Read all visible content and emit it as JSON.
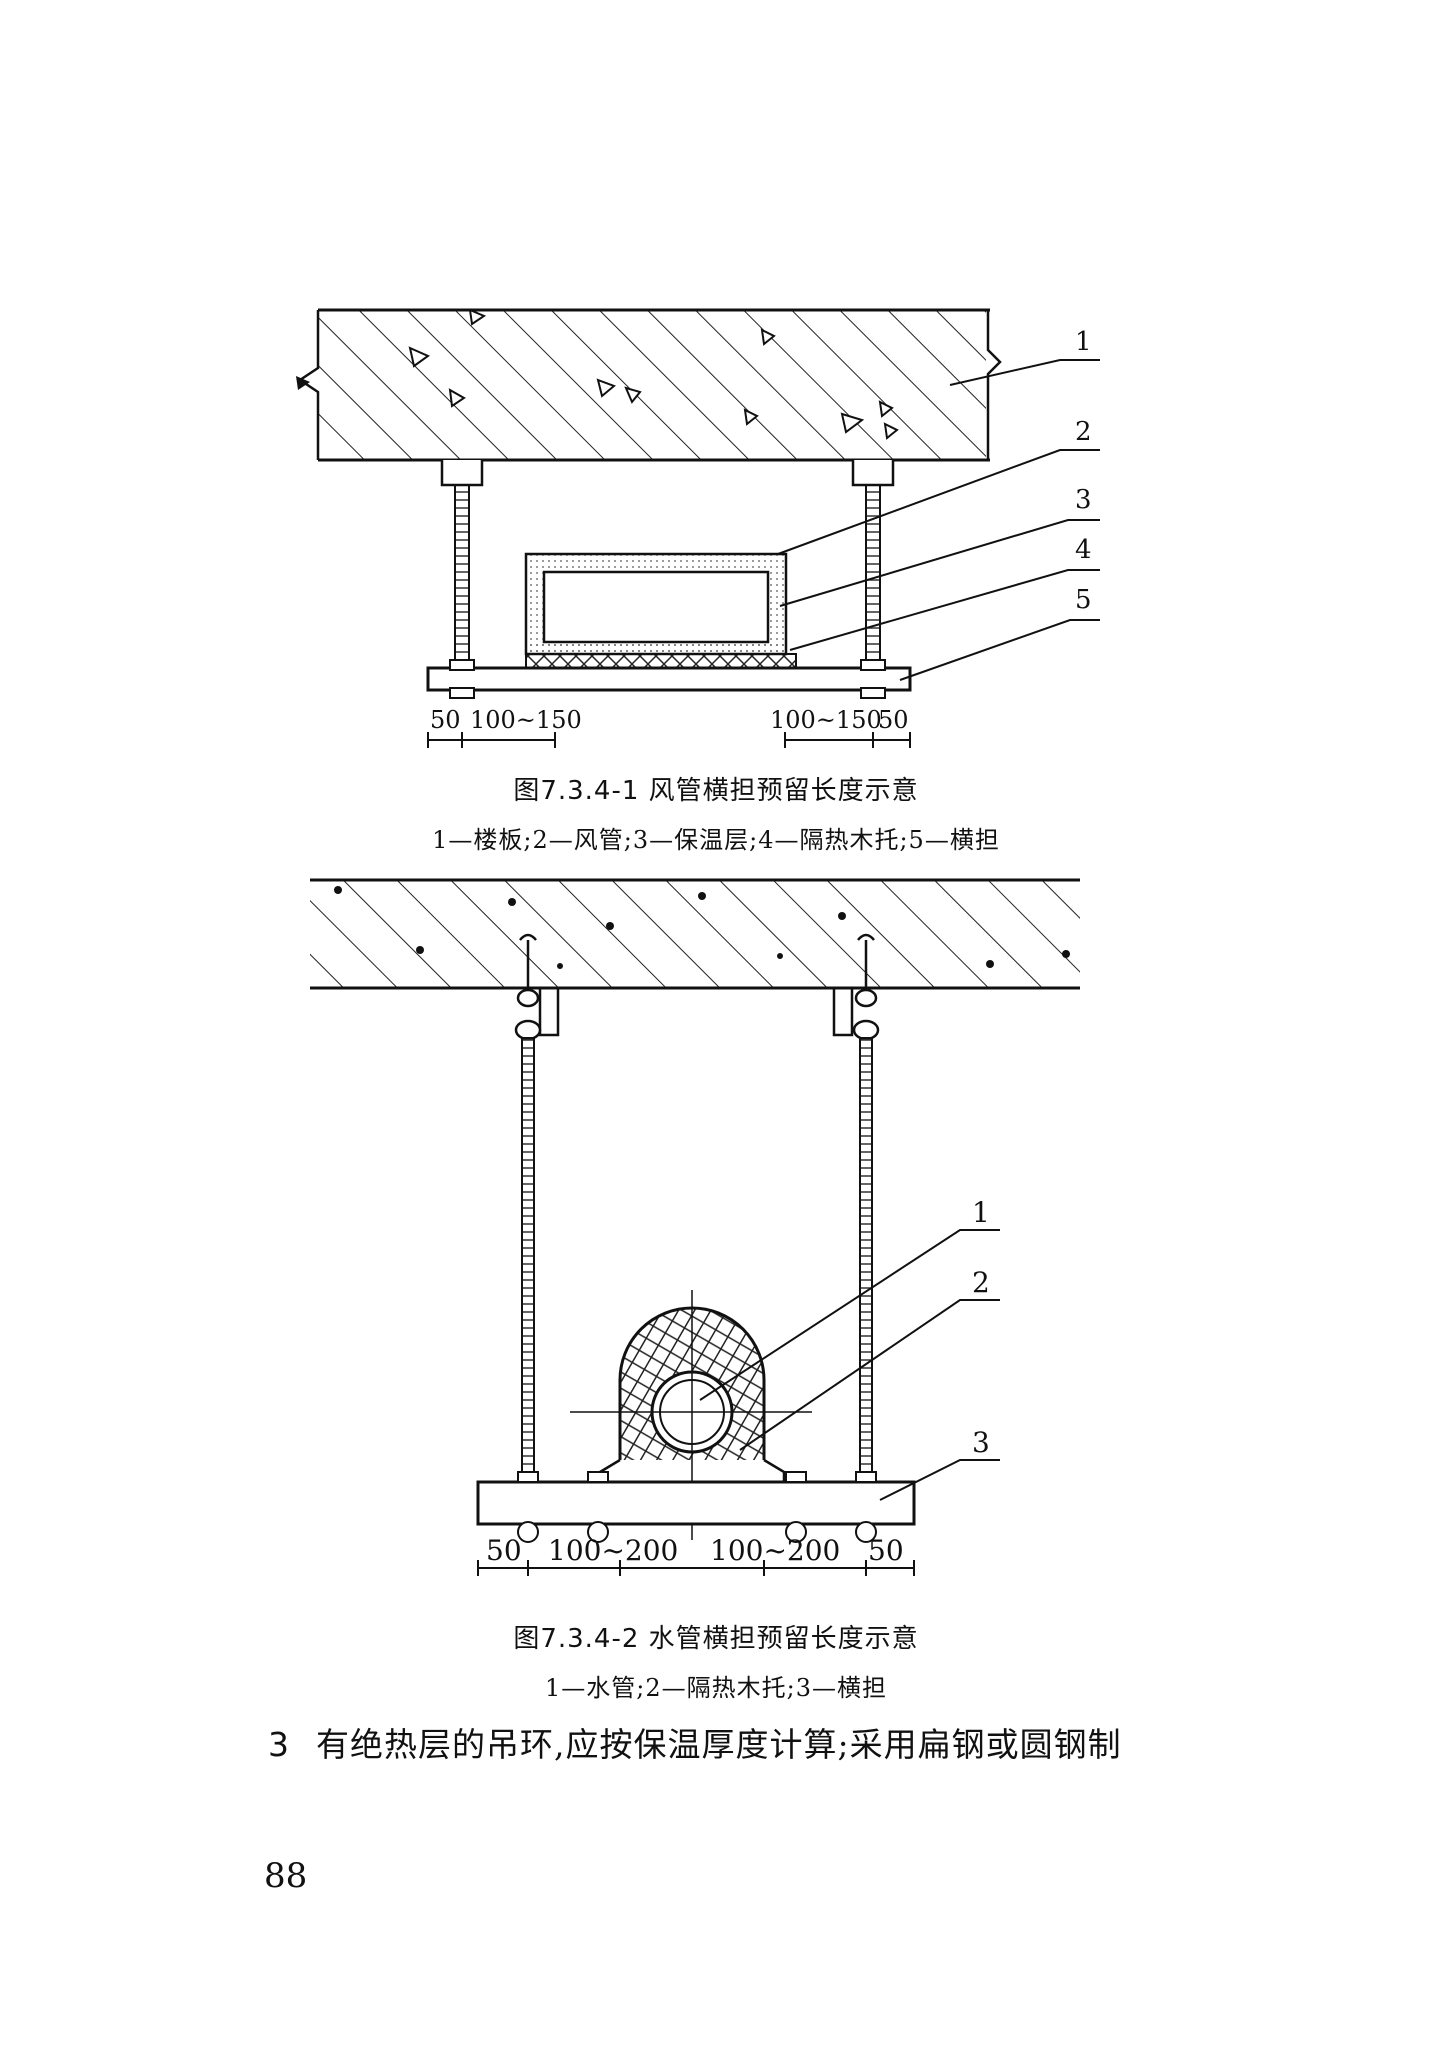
{
  "figure1": {
    "caption": "图7.3.4-1   风管横担预留长度示意",
    "legend": "1—楼板;2—风管;3—保温层;4—隔热木托;5—横担",
    "callouts": [
      "1",
      "2",
      "3",
      "4",
      "5"
    ],
    "dims": {
      "left_a": "50",
      "left_b": "100~150",
      "right_a": "100~150",
      "right_b": "50"
    }
  },
  "figure2": {
    "caption": "图7.3.4-2   水管横担预留长度示意",
    "legend": "1—水管;2—隔热木托;3—横担",
    "callouts": [
      "1",
      "2",
      "3"
    ],
    "dims": {
      "d1": "50",
      "d2": "100~200",
      "d3": "100~200",
      "d4": "50"
    }
  },
  "body": {
    "item_number": "3",
    "text": "有绝热层的吊环,应按保温厚度计算;采用扁钢或圆钢制"
  },
  "page_number": "88"
}
